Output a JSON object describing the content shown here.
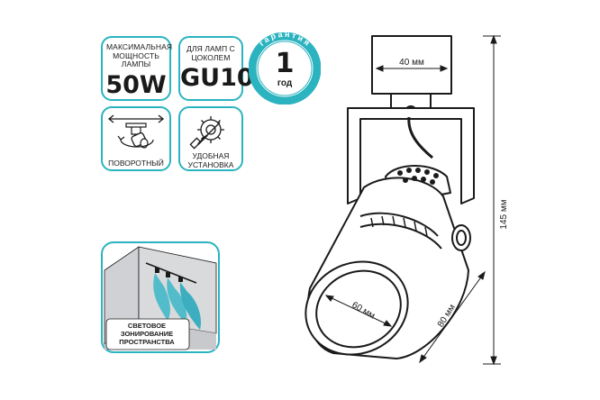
{
  "badges": {
    "power": {
      "label": "МАКСИМАЛЬНАЯ МОЩНОСТЬ ЛАМПЫ",
      "value": "50W"
    },
    "socket": {
      "label": "ДЛЯ ЛАМП С ЦОКОЛЕМ",
      "value": "GU10"
    },
    "warranty": {
      "arc_text": "гарантия",
      "number": "1",
      "unit": "год"
    },
    "rotation": {
      "label": "ПОВОРОТНЫЙ",
      "icon": "rotating-spotlight-icon"
    },
    "install": {
      "label": "УДОБНАЯ УСТАНОВКА",
      "icon": "screwdriver-gear-icon"
    },
    "zoning": {
      "label": "СВЕТОВОЕ ЗОНИРОВАНИЕ ПРОСТРАНСТВА",
      "icon": "room-track-light-icon"
    }
  },
  "dimensions": {
    "adapter_width": "40 мм",
    "total_height": "145 мм",
    "lens_diameter": "60 мм",
    "body_length": "80 мм"
  },
  "colors": {
    "accent": "#2bb3c0",
    "light": "#39b6c8",
    "line": "#1a1a1a"
  }
}
